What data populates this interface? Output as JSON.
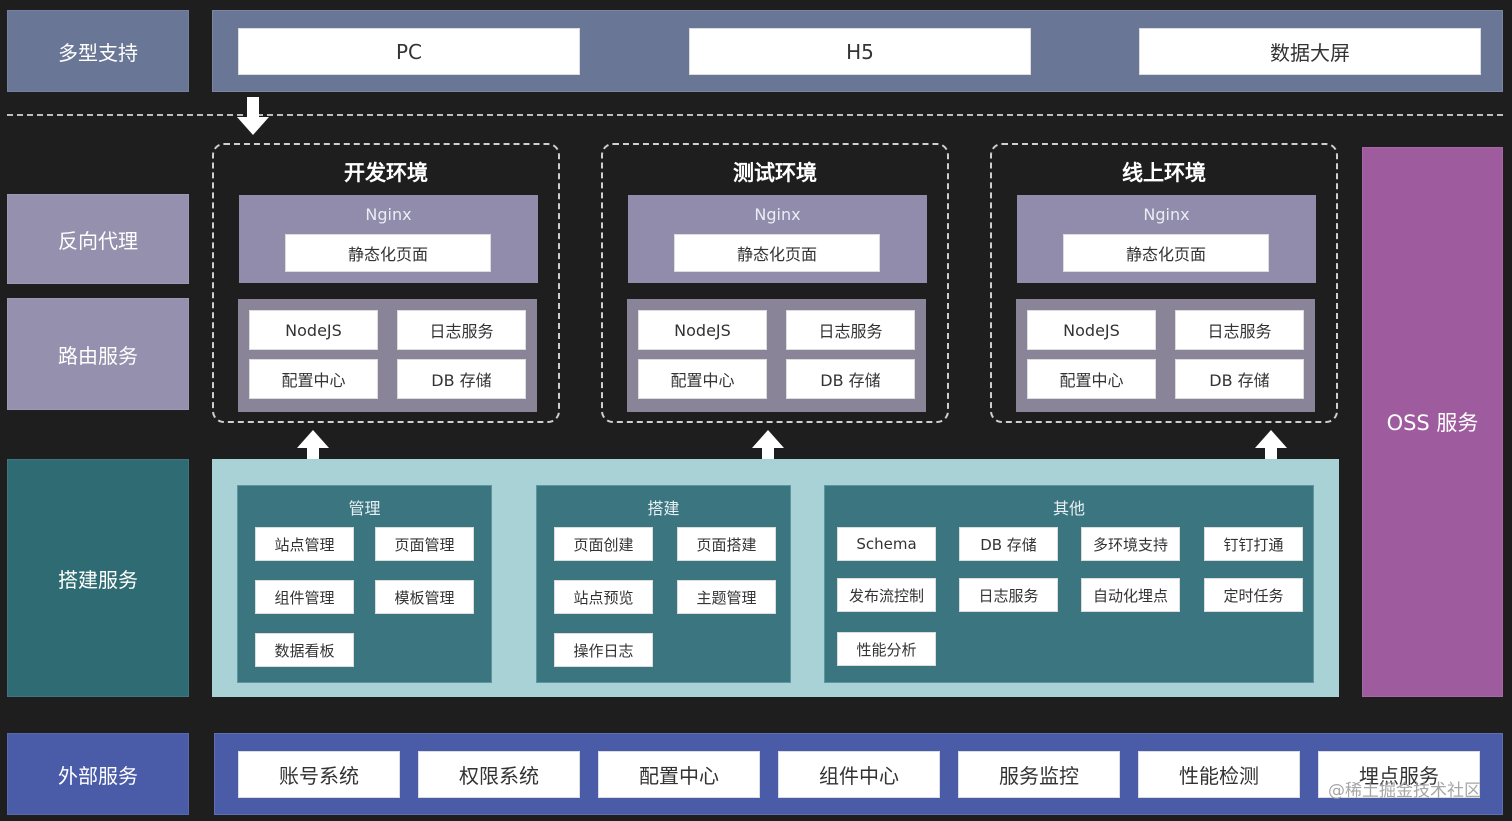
{
  "rows": {
    "multi": "多型支持",
    "proxy": "反向代理",
    "routing": "路由服务",
    "build": "搭建服务",
    "external": "外部服务"
  },
  "clients": [
    "PC",
    "H5",
    "数据大屏"
  ],
  "envs": [
    {
      "title": "开发环境",
      "nginx": "Nginx",
      "static": "静态化页面",
      "services": [
        "NodeJS",
        "日志服务",
        "配置中心",
        "DB 存储"
      ]
    },
    {
      "title": "测试环境",
      "nginx": "Nginx",
      "static": "静态化页面",
      "services": [
        "NodeJS",
        "日志服务",
        "配置中心",
        "DB 存储"
      ]
    },
    {
      "title": "线上环境",
      "nginx": "Nginx",
      "static": "静态化页面",
      "services": [
        "NodeJS",
        "日志服务",
        "配置中心",
        "DB 存储"
      ]
    }
  ],
  "oss": "OSS 服务",
  "build_groups": [
    {
      "title": "管理",
      "items": [
        "站点管理",
        "页面管理",
        "组件管理",
        "模板管理",
        "数据看板"
      ]
    },
    {
      "title": "搭建",
      "items": [
        "页面创建",
        "页面搭建",
        "站点预览",
        "主题管理",
        "操作日志"
      ]
    },
    {
      "title": "其他",
      "items": [
        "Schema",
        "DB 存储",
        "多环境支持",
        "钉钉打通",
        "发布流控制",
        "日志服务",
        "自动化埋点",
        "定时任务",
        "性能分析"
      ]
    }
  ],
  "external_services": [
    "账号系统",
    "权限系统",
    "配置中心",
    "组件中心",
    "服务监控",
    "性能检测",
    "埋点服务"
  ],
  "watermark": "@稀土掘金技术社区",
  "colors": {
    "background": "#1e1e1e",
    "multi_row": "#6a7696",
    "proxy_row": "#9590ad",
    "build_row": "#2e6b72",
    "build_area": "#a9d2d6",
    "build_panel": "#3b7680",
    "external_row": "#4a5ca8",
    "oss": "#9e5c9e",
    "nginx_panel": "#918cab",
    "service_panel": "#8a8499"
  }
}
